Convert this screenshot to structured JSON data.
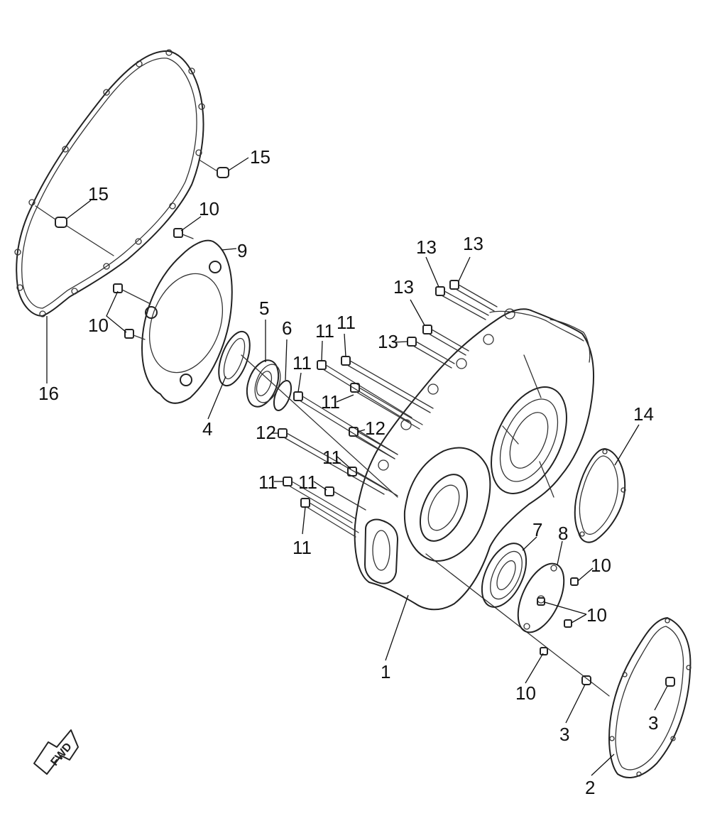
{
  "callouts": [
    {
      "id": "15a",
      "text": "15"
    },
    {
      "id": "15b",
      "text": "15"
    },
    {
      "id": "10a",
      "text": "10"
    },
    {
      "id": "9",
      "text": "9"
    },
    {
      "id": "10b",
      "text": "10"
    },
    {
      "id": "16",
      "text": "16"
    },
    {
      "id": "4",
      "text": "4"
    },
    {
      "id": "5",
      "text": "5"
    },
    {
      "id": "6",
      "text": "6"
    },
    {
      "id": "13a",
      "text": "13"
    },
    {
      "id": "13b",
      "text": "13"
    },
    {
      "id": "13c",
      "text": "13"
    },
    {
      "id": "13d",
      "text": "13"
    },
    {
      "id": "11a",
      "text": "11"
    },
    {
      "id": "11b",
      "text": "11"
    },
    {
      "id": "11c",
      "text": "11"
    },
    {
      "id": "11d",
      "text": "11"
    },
    {
      "id": "12a",
      "text": "12"
    },
    {
      "id": "12b",
      "text": "12"
    },
    {
      "id": "11e",
      "text": "11"
    },
    {
      "id": "11f",
      "text": "11"
    },
    {
      "id": "11g",
      "text": "11"
    },
    {
      "id": "11h",
      "text": "11"
    },
    {
      "id": "14",
      "text": "14"
    },
    {
      "id": "7",
      "text": "7"
    },
    {
      "id": "8",
      "text": "8"
    },
    {
      "id": "10c",
      "text": "10"
    },
    {
      "id": "10d",
      "text": "10"
    },
    {
      "id": "1",
      "text": "1"
    },
    {
      "id": "10e",
      "text": "10"
    },
    {
      "id": "3a",
      "text": "3"
    },
    {
      "id": "3b",
      "text": "3"
    },
    {
      "id": "2",
      "text": "2"
    }
  ],
  "fwd_badge": {
    "text": "FWD"
  }
}
